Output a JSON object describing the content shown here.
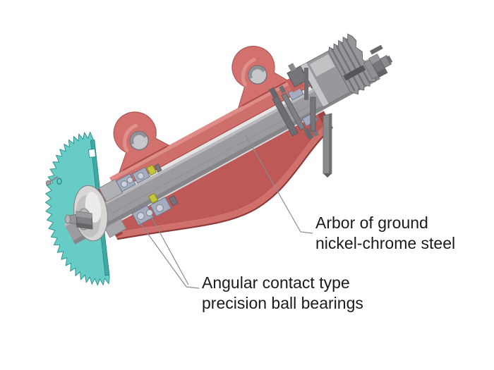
{
  "figure": {
    "type": "technical-illustration",
    "subject": "Saw arbor assembly sectional view",
    "annotations": {
      "arbor": {
        "line1": "Arbor of ground",
        "line2": "nickel-chrome steel"
      },
      "bearings": {
        "line1": "Angular contact type",
        "line2": "precision ball bearings"
      }
    },
    "palette": {
      "background": "#ffffff",
      "blade_teal": "#68ccc6",
      "blade_edge": "#2e948e",
      "blade_cut_face": "#3fa9a3",
      "housing_red": "#cf6f6c",
      "housing_red_light": "#de8c88",
      "housing_red_mid": "#c4615e",
      "housing_red_dark": "#9e4543",
      "housing_red_deep": "#8d3c3b",
      "shaft_gray": "#9c9ca0",
      "shaft_gray_light": "#bababe",
      "shaft_gray_dark": "#85858a",
      "pulley_gray": "#98989c",
      "pulley_face_gray": "#c7c7c9",
      "flange_gray": "#d8d7d5",
      "hardware_gray": "#77777b",
      "bearing_steel_blue": "#a3adc0",
      "bearing_ball_gray": "#ccd0da",
      "bearing_yellow": "#c6c63c",
      "bore_light": "#e4e4e6",
      "leader_gray": "#8c8c8c",
      "text_color": "#1b1b1b"
    }
  }
}
